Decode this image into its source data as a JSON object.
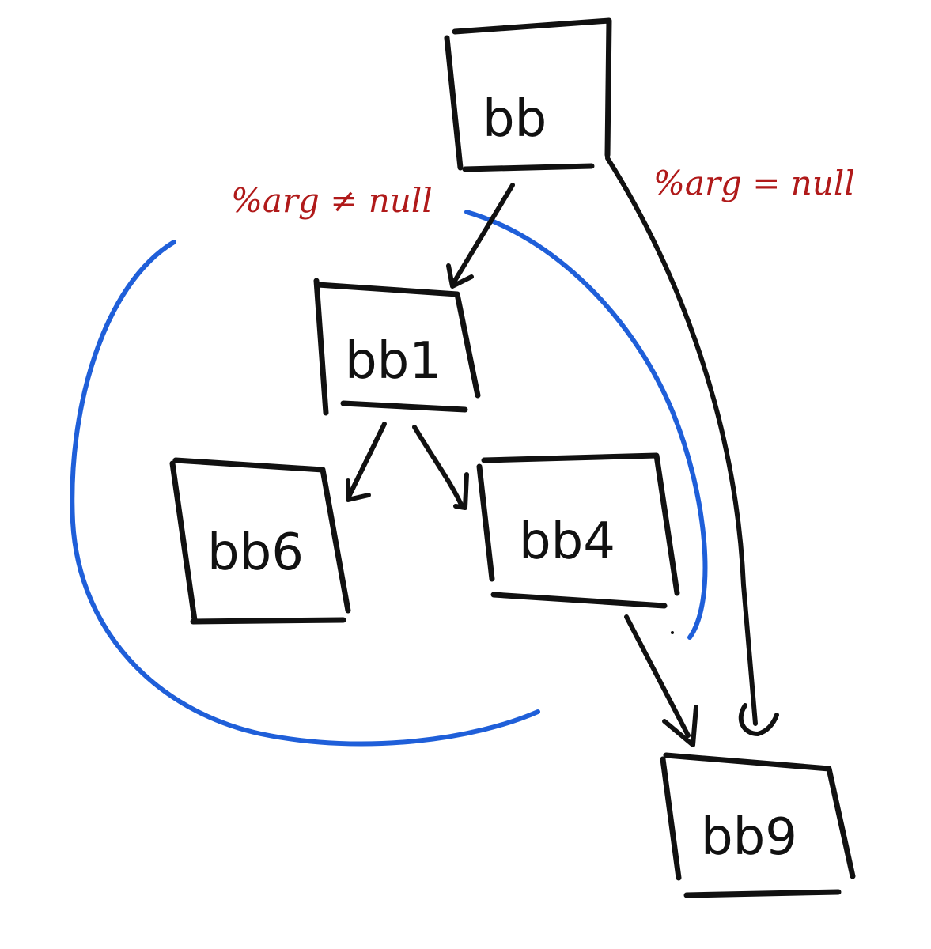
{
  "colors": {
    "ink": "#111111",
    "annotation": "#b01a1a",
    "region": "#1f5fd9"
  },
  "nodes": {
    "bb": {
      "label": "bb"
    },
    "bb1": {
      "label": "bb1"
    },
    "bb6": {
      "label": "bb6"
    },
    "bb4": {
      "label": "bb4"
    },
    "bb9": {
      "label": "bb9"
    }
  },
  "edges": {
    "bb_bb1": {
      "from": "bb",
      "to": "bb1",
      "label": "%arg ≠ null"
    },
    "bb_bb9": {
      "from": "bb",
      "to": "bb9",
      "label": "%arg = null"
    },
    "bb1_bb6": {
      "from": "bb1",
      "to": "bb6"
    },
    "bb1_bb4": {
      "from": "bb1",
      "to": "bb4"
    },
    "bb4_bb9": {
      "from": "bb4",
      "to": "bb9"
    }
  }
}
